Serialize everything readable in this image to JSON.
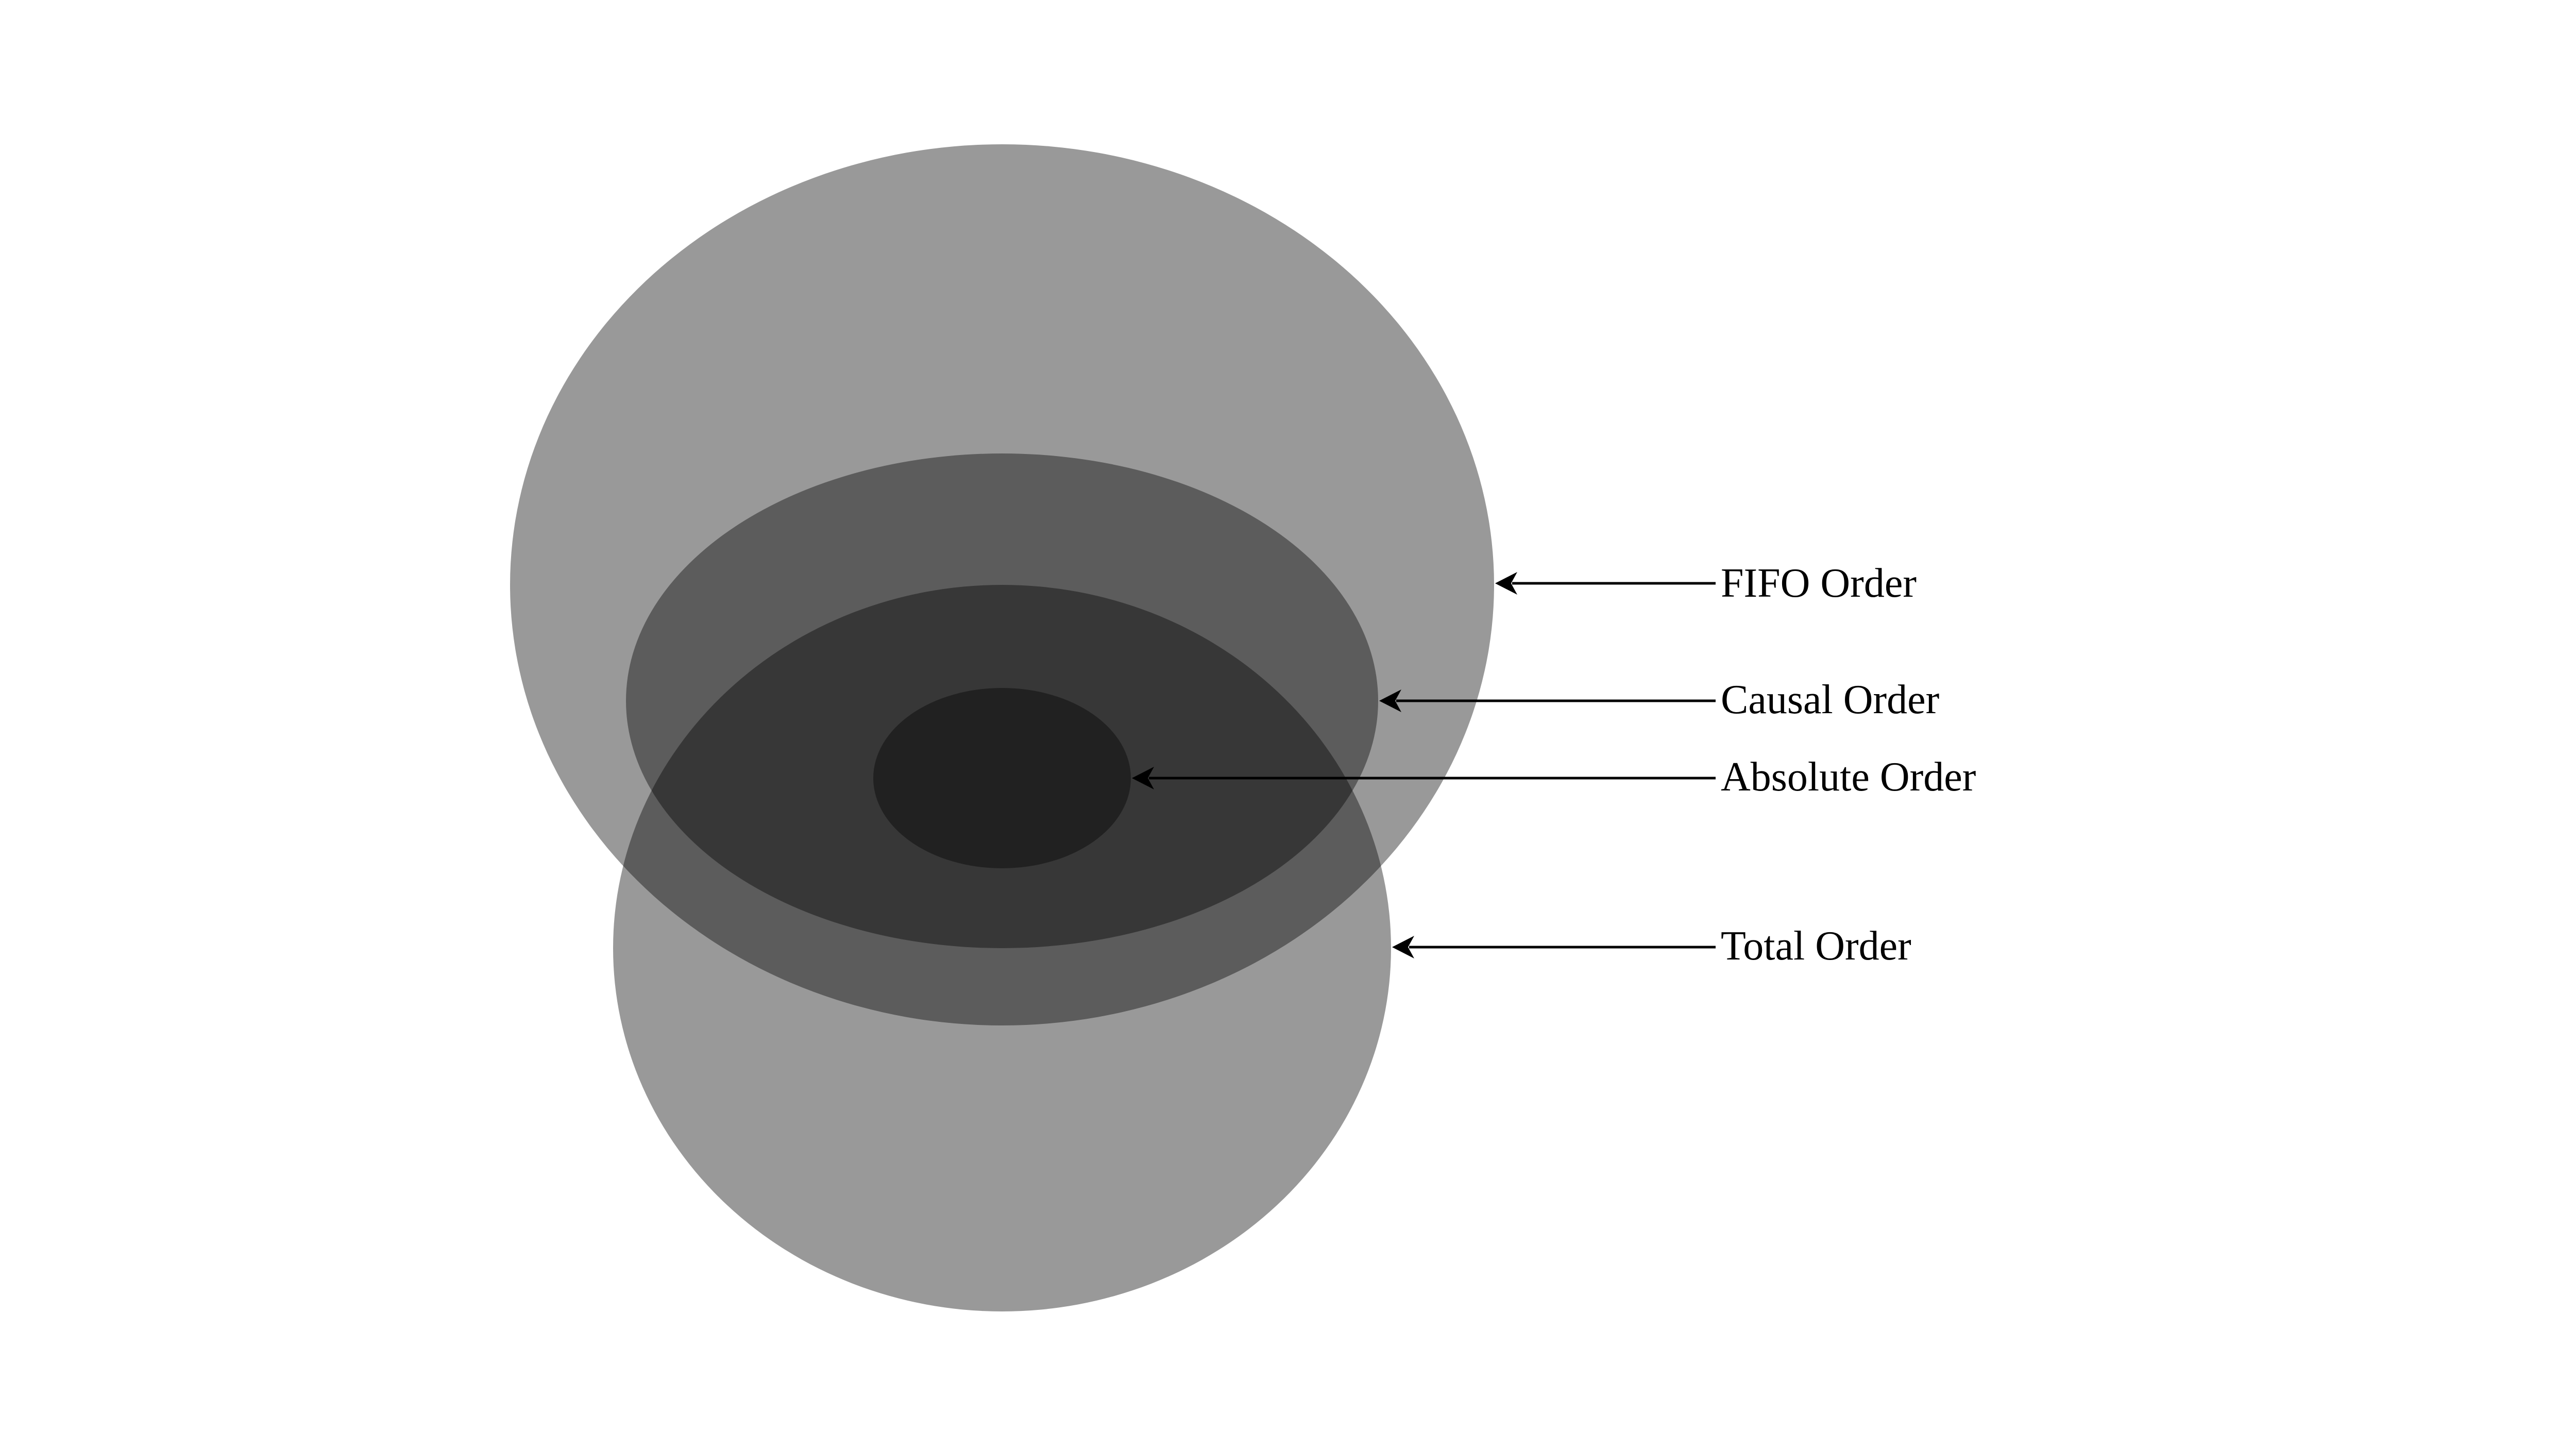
{
  "diagram": {
    "regions": [
      {
        "key": "fifo",
        "label": "FIFO Order",
        "color": "#000000",
        "opacity": 0.4
      },
      {
        "key": "total",
        "label": "Total Order",
        "color": "#000000",
        "opacity": 0.4
      },
      {
        "key": "causal",
        "label": "Causal Order",
        "color": "#000000",
        "opacity": 0.4
      },
      {
        "key": "absolute",
        "label": "Absolute Order",
        "color": "#000000",
        "opacity": 0.4
      }
    ],
    "background": "#ffffff"
  }
}
